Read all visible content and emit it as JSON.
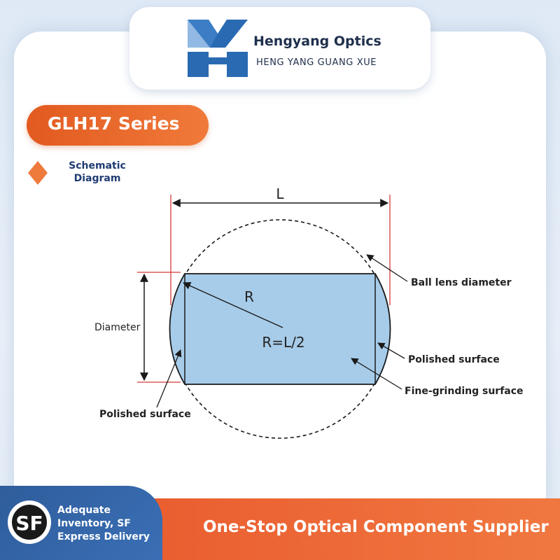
{
  "header": {
    "brand_name": "Hengyang Optics",
    "brand_subtitle": "HENG YANG GUANG XUE",
    "logo_icon": "hengyang-hy-logo-icon"
  },
  "series_title": "GLH17 Series",
  "schematic_label_line1": "Schematic",
  "schematic_label_line2": "Diagram",
  "diagram": {
    "dimension_L": "L",
    "radius_label": "R",
    "formula": "R=L/2",
    "diameter_label": "Diameter",
    "ball_lens_label": "Ball lens diameter",
    "polished_surface_right": "Polished surface",
    "fine_grinding_label": "Fine-grinding surface",
    "polished_surface_left": "Polished surface",
    "colors": {
      "lens_fill": "#a7cce9",
      "dimension_line": "#d23a3a",
      "outline": "#1a1a1a"
    }
  },
  "footer": {
    "left_text_line1": "Adequate",
    "left_text_line2": "Inventory, SF",
    "left_text_line3": "Express Delivery",
    "slogan": "One-Stop Optical Component Supplier",
    "sf_icon": "sf-express-icon",
    "colors": {
      "orange": "#ee6a30",
      "blue": "#3366a8"
    }
  }
}
